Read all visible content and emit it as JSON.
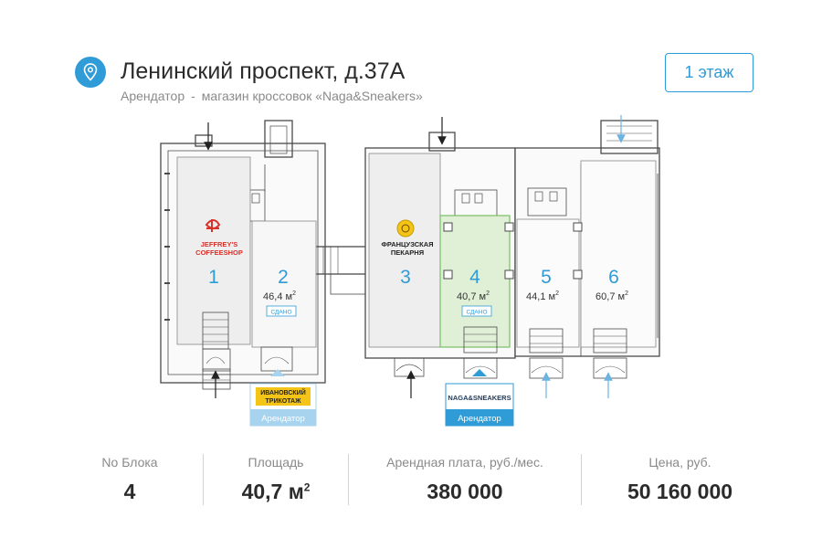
{
  "header": {
    "title": "Ленинский проспект, д.37А",
    "subtitle_role": "Арендатор",
    "subtitle_sep": "-",
    "subtitle_tenant": "магазин кроссовок «Naga&Sneakers»",
    "floor_button": "1 этаж"
  },
  "icons": {
    "location": "location-pin-icon",
    "entrance": "arrow-icon"
  },
  "colors": {
    "accent": "#2f9bd7",
    "selected_unit": "#dff0d6",
    "occupied_unit": "#eeeeee",
    "wall": "#4a4a4a"
  },
  "plan": {
    "units": [
      {
        "number": "1",
        "area": "",
        "status": "",
        "logo": "JEFFREY'S COFFEESHOP"
      },
      {
        "number": "2",
        "area": "46,4 м",
        "area_sup": "2",
        "status": "СДАНО"
      },
      {
        "number": "3",
        "area": "",
        "status": "",
        "logo": "ФРАНЦУЗСКАЯ ПЕКАРНЯ"
      },
      {
        "number": "4",
        "area": "40,7 м",
        "area_sup": "2",
        "status": "СДАНО"
      },
      {
        "number": "5",
        "area": "44,1 м",
        "area_sup": "2",
        "status": ""
      },
      {
        "number": "6",
        "area": "60,7 м",
        "area_sup": "2",
        "status": ""
      }
    ],
    "logos": {
      "jeffreys_1": "JEFFREY'S",
      "jeffreys_2": "COFFEESHOP",
      "bakery_1": "ФРАНЦУЗСКАЯ",
      "bakery_2": "ПЕКАРНЯ"
    },
    "tenant_cards": [
      {
        "logo_1": "ИВАНОВСКИЙ",
        "logo_2": "ТРИКОТАЖ",
        "label": "Арендатор"
      },
      {
        "logo": "NAGA&SNEAKERS",
        "label": "Арендатор"
      }
    ]
  },
  "stats": [
    {
      "label": "No Блока",
      "value": "4"
    },
    {
      "label": "Площадь",
      "value": "40,7 м",
      "value_sup": "2"
    },
    {
      "label": "Арендная плата, руб./мес.",
      "value": "380 000"
    },
    {
      "label": "Цена, руб.",
      "value": "50 160 000"
    }
  ]
}
